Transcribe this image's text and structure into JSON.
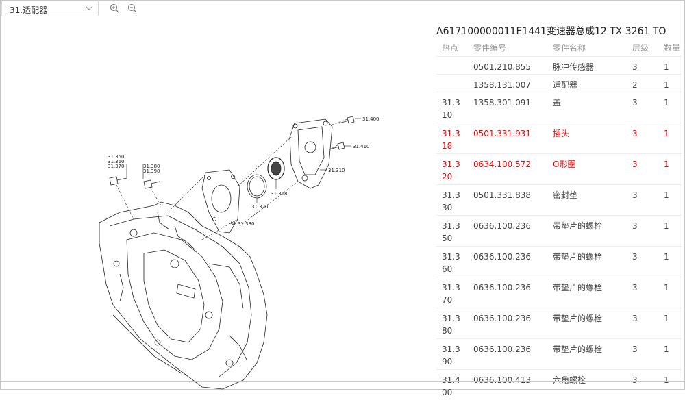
{
  "toolbar": {
    "select_value": "31.适配器",
    "zoom_in_icon": "zoom-in-icon",
    "zoom_out_icon": "zoom-out-icon"
  },
  "diagram": {
    "callouts": [
      "31.400",
      "31.410",
      "31.310",
      "31.318",
      "31.320",
      "31.330",
      "31.350",
      "31.360",
      "31.370",
      "31.380",
      "31.390"
    ]
  },
  "panel": {
    "title": "A617100000011E1441变速器总成12 TX 3261 TO",
    "headers": [
      "热点",
      "零件编号",
      "零件名称",
      "层级",
      "数量"
    ],
    "rows": [
      {
        "hot": "",
        "num": "0501.210.855",
        "name": "脉冲传感器",
        "level": "3",
        "qty": "1",
        "red": false,
        "tall": false
      },
      {
        "hot": "",
        "num": "1358.131.007",
        "name": "适配器",
        "level": "2",
        "qty": "1",
        "red": false,
        "tall": false
      },
      {
        "hot": "31.310",
        "num": "1358.301.091",
        "name": "盖",
        "level": "3",
        "qty": "1",
        "red": false,
        "tall": true
      },
      {
        "hot": "31.318",
        "num": "0501.331.931",
        "name": "插头",
        "level": "3",
        "qty": "1",
        "red": true,
        "tall": true
      },
      {
        "hot": "31.320",
        "num": "0634.100.572",
        "name": "O形圈",
        "level": "3",
        "qty": "1",
        "red": true,
        "tall": true
      },
      {
        "hot": "31.330",
        "num": "0501.331.838",
        "name": "密封垫",
        "level": "3",
        "qty": "1",
        "red": false,
        "tall": true
      },
      {
        "hot": "31.350",
        "num": "0636.100.236",
        "name": "带垫片的螺栓",
        "level": "3",
        "qty": "1",
        "red": false,
        "tall": true
      },
      {
        "hot": "31.360",
        "num": "0636.100.236",
        "name": "带垫片的螺栓",
        "level": "3",
        "qty": "1",
        "red": false,
        "tall": true
      },
      {
        "hot": "31.370",
        "num": "0636.100.236",
        "name": "带垫片的螺栓",
        "level": "3",
        "qty": "1",
        "red": false,
        "tall": true
      },
      {
        "hot": "31.380",
        "num": "0636.100.236",
        "name": "带垫片的螺栓",
        "level": "3",
        "qty": "1",
        "red": false,
        "tall": true
      },
      {
        "hot": "31.390",
        "num": "0636.100.236",
        "name": "带垫片的螺栓",
        "level": "3",
        "qty": "1",
        "red": false,
        "tall": true
      },
      {
        "hot": "31.400",
        "num": "0636.100.413",
        "name": "六角螺栓",
        "level": "3",
        "qty": "1",
        "red": false,
        "tall": true
      }
    ]
  }
}
